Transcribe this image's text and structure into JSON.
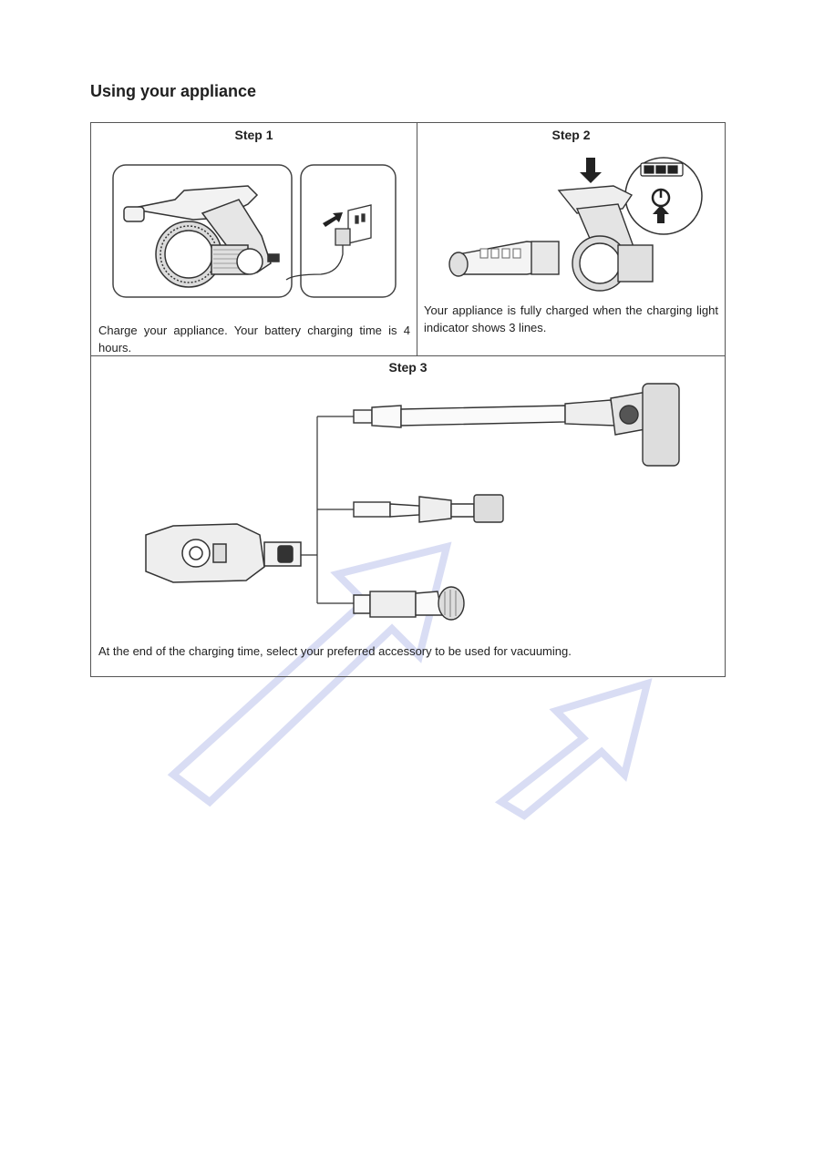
{
  "page": {
    "title": "Using your appliance"
  },
  "steps": [
    {
      "title": "Step 1",
      "caption": "Charge your appliance. Your battery charging time is 4 hours."
    },
    {
      "title": "Step 2",
      "caption": "Your appliance is fully charged when the charging light indicator shows 3 lines."
    },
    {
      "title": "Step 3",
      "caption": "At the end of the charging time, select your preferred accessory to be used for vacuuming."
    }
  ],
  "colors": {
    "watermark": "#c9cff0",
    "border": "#555555",
    "ink": "#222222"
  },
  "icons": [
    "arrow-icon",
    "power-icon",
    "battery-indicator-icon",
    "plug-icon"
  ]
}
